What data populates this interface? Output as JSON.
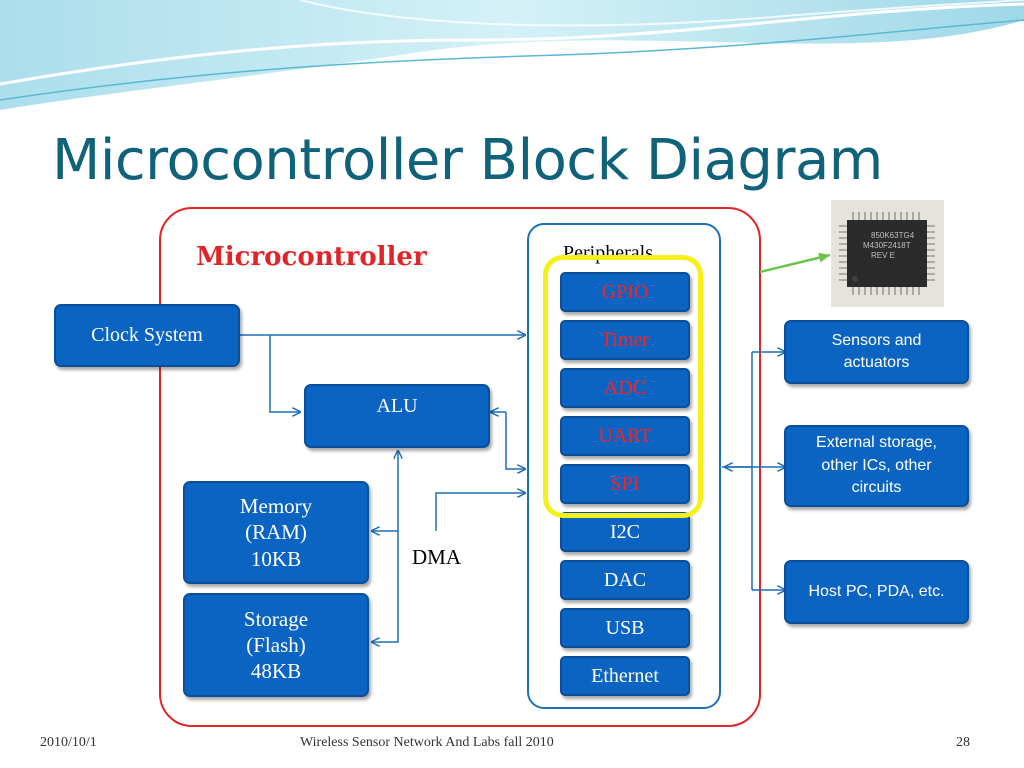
{
  "slide": {
    "title": "Microcontroller Block Diagram",
    "footer_date": "2010/10/1",
    "footer_course": "Wireless Sensor Network And Labs fall 2010",
    "page_number": "28"
  },
  "diagram": {
    "microcontroller_label": "Microcontroller",
    "peripherals_label": "Peripherals",
    "clock_system": "Clock System",
    "alu": "ALU",
    "memory": {
      "line1": "Memory",
      "line2": "(RAM)",
      "line3": "10KB"
    },
    "storage": {
      "line1": "Storage",
      "line2": "(Flash)",
      "line3": "48KB"
    },
    "dma_label": "DMA",
    "peripherals": [
      "GPIO",
      "Timer",
      "ADC",
      "UART",
      "SPI",
      "I2C",
      "DAC",
      "USB",
      "Ethernet"
    ],
    "external": {
      "sensors": {
        "line1": "Sensors and",
        "line2": "actuators"
      },
      "storage": {
        "line1": "External storage,",
        "line2": "other ICs, other",
        "line3": "circuits"
      },
      "host": "Host PC, PDA, etc."
    },
    "chip_marking": {
      "line1": "850K63TG4",
      "line2": "M430F2418T",
      "line3": "REV E"
    }
  },
  "colors": {
    "title": "#10627a",
    "box_fill": "#0c64c2",
    "microcontroller_border": "#e0252a",
    "highlight": "#f5f01a",
    "highlighted_text": "#ff2020",
    "connector": "#1e6fb8",
    "chip_arrow": "#6cc24a"
  }
}
